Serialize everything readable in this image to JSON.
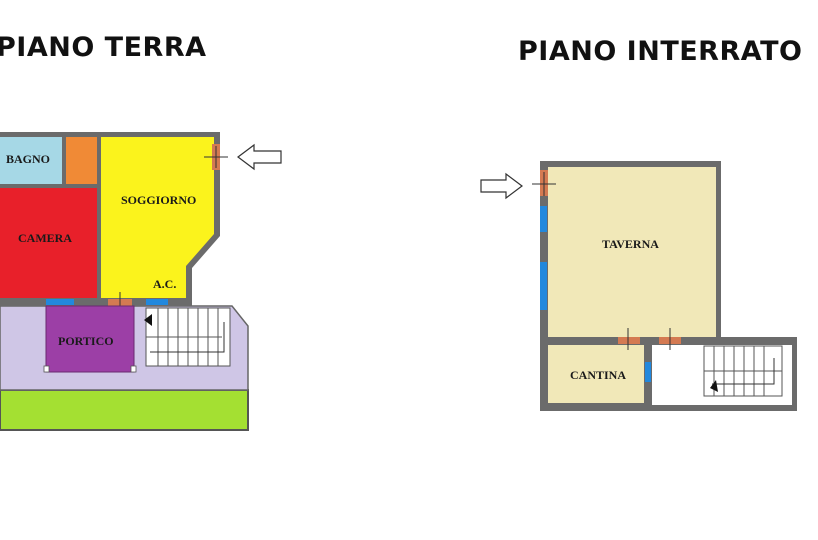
{
  "floors": {
    "ground": {
      "title": "PIANO TERRA",
      "rooms": {
        "bagno": "BAGNO",
        "camera": "CAMERA",
        "soggiorno": "SOGGIORNO",
        "ac": "A.C.",
        "portico": "PORTICO"
      }
    },
    "basement": {
      "title": "PIANO INTERRATO",
      "rooms": {
        "taverna": "TAVERNA",
        "cantina": "CANTINA"
      }
    }
  },
  "colors": {
    "wall": "#6b6b6b",
    "bagno": "#a6d8e6",
    "closet": "#f08a36",
    "camera": "#e8202a",
    "soggiorno": "#fbf31c",
    "portico": "#9c3fa6",
    "terrace": "#cfc6e6",
    "garden": "#a4e032",
    "taverna": "#f1e8b8",
    "cantina": "#f1e8b8",
    "window": "#2288dd",
    "door": "#d47a52"
  }
}
